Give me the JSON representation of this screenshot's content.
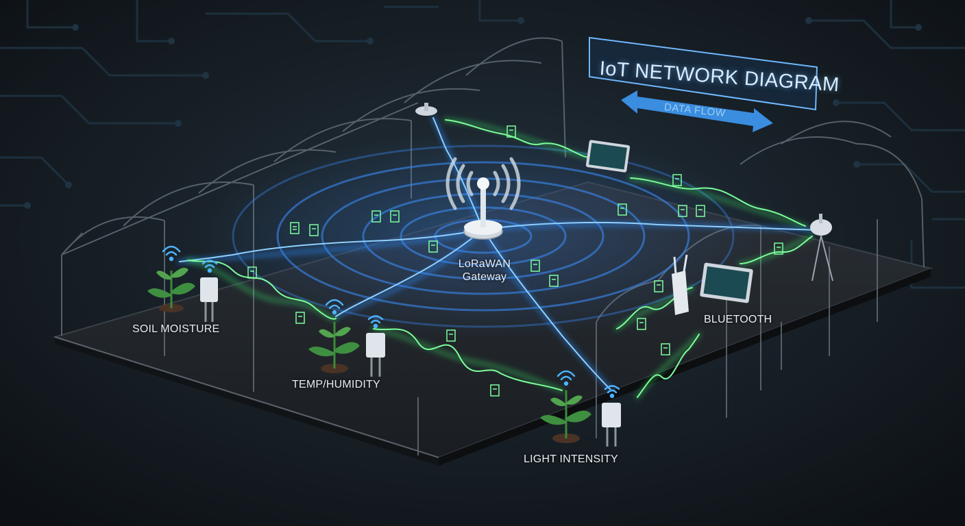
{
  "title": "IoT NETWORK DIAGRAM",
  "legend_arrow_label": "DATA FLOW",
  "gateway": {
    "label_line1": "LoRaWAN",
    "label_line2": "Gateway"
  },
  "sensor_labels": {
    "soil": "SOIL MOISTURE",
    "temp": "TEMP/HUMIDITY",
    "light": "LIGHT INTENSITY",
    "bluetooth": "BLUETOOTH"
  },
  "colors": {
    "background": "#14181d",
    "lora_signal": "#2f8dff",
    "bluetooth_signal": "#3cf06a",
    "circuit": "#1f3342",
    "label_text": "#e8eef3"
  },
  "icons": [
    "antenna-icon",
    "wifi-icon",
    "plant-icon",
    "sensor-box-icon",
    "tablet-icon",
    "document-icon",
    "double-arrow-icon"
  ]
}
